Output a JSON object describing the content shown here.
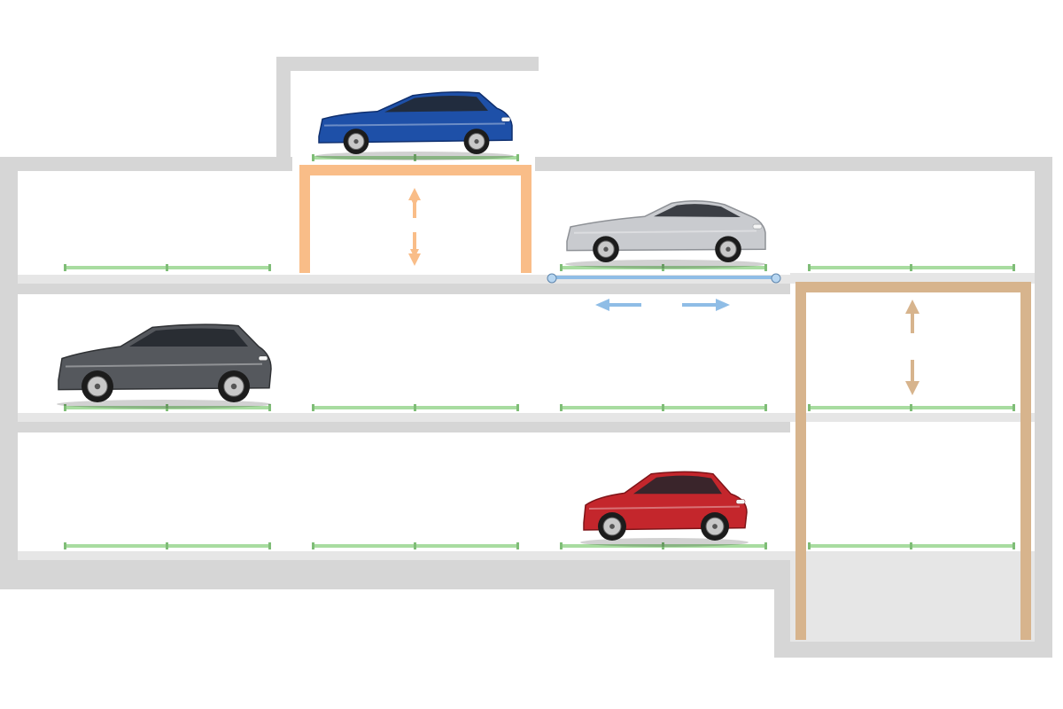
{
  "diagram": {
    "subject": "automated-parking-system-cross-section",
    "levels": [
      "roof",
      "upper",
      "middle",
      "lower",
      "pit"
    ],
    "colors": {
      "wall": "#d6d6d6",
      "floor": "#e6e6e6",
      "pit_floor": "#e6e6e6",
      "pallet": "#a8dca0",
      "elevator_orange": "#f9bd88",
      "elevator_tan": "#d7b48d",
      "shuttle_blue": "#8fbde6"
    },
    "cars": [
      {
        "id": "hatchback",
        "body_color": "#1e50a8",
        "dark_color": "#0f2f6e",
        "style": "hatchback"
      },
      {
        "id": "coupe",
        "body_color": "#c9cbcf",
        "dark_color": "#8e9196",
        "style": "coupe"
      },
      {
        "id": "suv",
        "body_color": "#55585d",
        "dark_color": "#2f3134",
        "style": "suv"
      },
      {
        "id": "city",
        "body_color": "#c4262c",
        "dark_color": "#7e1418",
        "style": "city"
      }
    ],
    "icons": [
      "arrow-up-down-icon",
      "arrow-left-right-icon"
    ]
  }
}
